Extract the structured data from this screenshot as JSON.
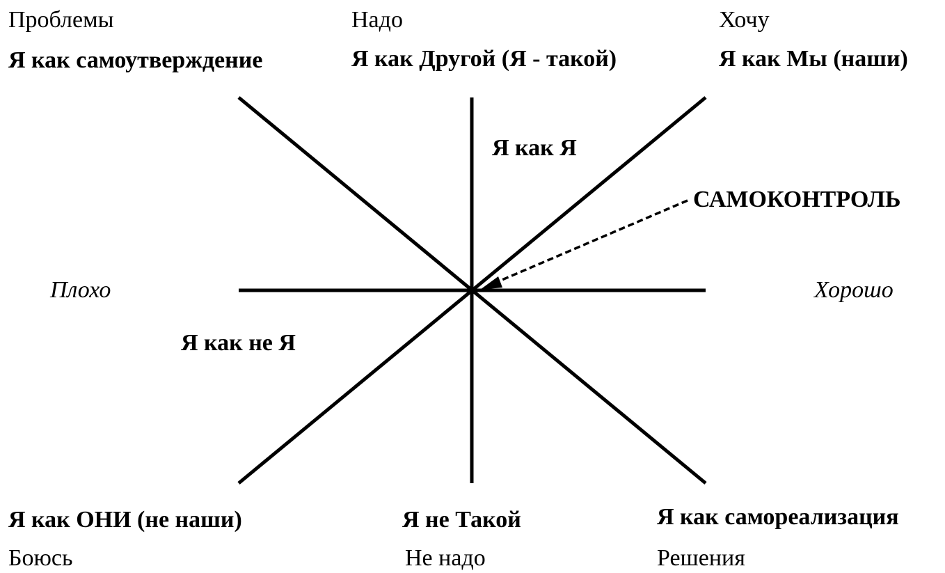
{
  "corners": {
    "top_left_caption": "Проблемы",
    "top_left_title": "Я как самоутверждение",
    "top_center_caption": "Надо",
    "top_center_title": "Я как Другой (Я - такой)",
    "top_right_caption": "Хочу",
    "top_right_title": "Я как Мы (наши)",
    "bottom_left_title": "Я как ОНИ (не наши)",
    "bottom_left_caption": "Боюсь",
    "bottom_center_title": "Я не Такой",
    "bottom_center_caption": "Не надо",
    "bottom_right_title": "Я как самореализация",
    "bottom_right_caption": "Решения"
  },
  "axis": {
    "left": "Плохо",
    "right": "Хорошо"
  },
  "inner": {
    "upper": "Я как Я",
    "lower": "Я как не Я"
  },
  "pointer_label": "САМОКОНТРОЛЬ",
  "colors": {
    "line": "#000000",
    "background": "#ffffff"
  }
}
